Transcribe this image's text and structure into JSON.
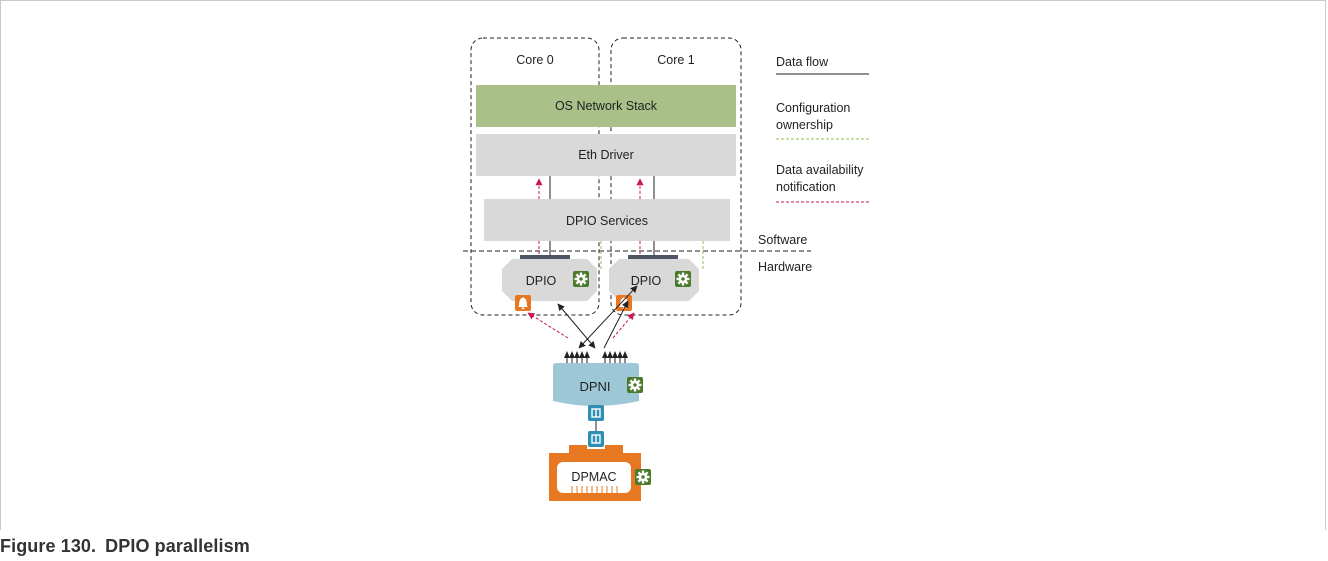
{
  "diagram": {
    "cores": [
      "Core 0",
      "Core 1"
    ],
    "layers": {
      "os_stack": "OS Network Stack",
      "eth_driver": "Eth Driver",
      "dpio_services": "DPIO Services"
    },
    "dpio_label": "DPIO",
    "dpni_label": "DPNI",
    "dpmac_label": "DPMAC",
    "boundary": {
      "software": "Software",
      "hardware": "Hardware"
    },
    "legend": {
      "data_flow": "Data flow",
      "config_line1": "Configuration",
      "config_line2": "ownership",
      "notif_line1": "Data availability",
      "notif_line2": "notification"
    },
    "colors": {
      "os_stack": "#a9c089",
      "gray_block": "#d9d9d9",
      "dpni": "#9dc7d6",
      "dpmac": "#e87722",
      "config_icon": "#4a7a2a",
      "notify_icon": "#e87722",
      "port_icon": "#2f8fb3",
      "data_flow": "#222222",
      "config_line": "#8cbf5a",
      "notif_line": "#c8174f"
    },
    "icons": {
      "config": "gear-icon",
      "notification": "bell-icon",
      "port": "port-icon"
    }
  },
  "caption": {
    "number": "Figure 130.",
    "title": "DPIO parallelism"
  }
}
